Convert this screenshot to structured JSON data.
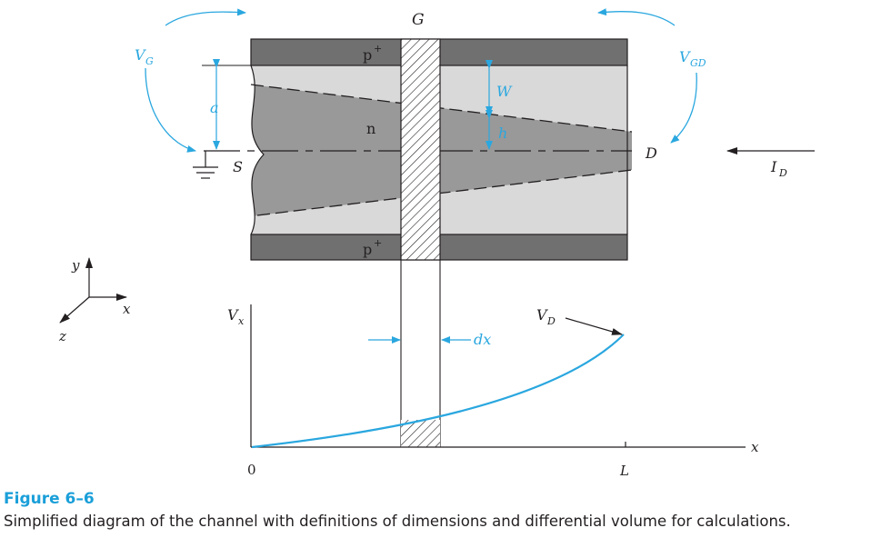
{
  "caption": {
    "title": "Figure 6–6",
    "text": "Simplified diagram of the channel with definitions of dimensions and differential volume for calculations."
  },
  "labels": {
    "gate": "G",
    "gate_voltage": "V",
    "gate_voltage_sub": "G",
    "gate_drain_voltage": "V",
    "gate_drain_voltage_sub": "GD",
    "p_plus_top": "p",
    "p_plus_top_sup": "+",
    "p_plus_bottom": "p",
    "p_plus_bottom_sup": "+",
    "n_region": "n",
    "half_thickness": "a",
    "depletion_width": "W",
    "channel_half_height": "h",
    "source": "S",
    "drain": "D",
    "drain_current": "I",
    "drain_current_sub": "D",
    "axis_y": "y",
    "axis_x": "x",
    "axis_z": "z",
    "vx": "V",
    "vx_sub": "x",
    "vd": "V",
    "vd_sub": "D",
    "dx": "dx",
    "plot_x_axis": "x",
    "origin": "0",
    "length": "L"
  },
  "colors": {
    "accent": "#2aa7df",
    "ink": "#231f20",
    "p_region": "#707070",
    "depleted_region": "#d9d9d9",
    "channel": "#999999"
  }
}
